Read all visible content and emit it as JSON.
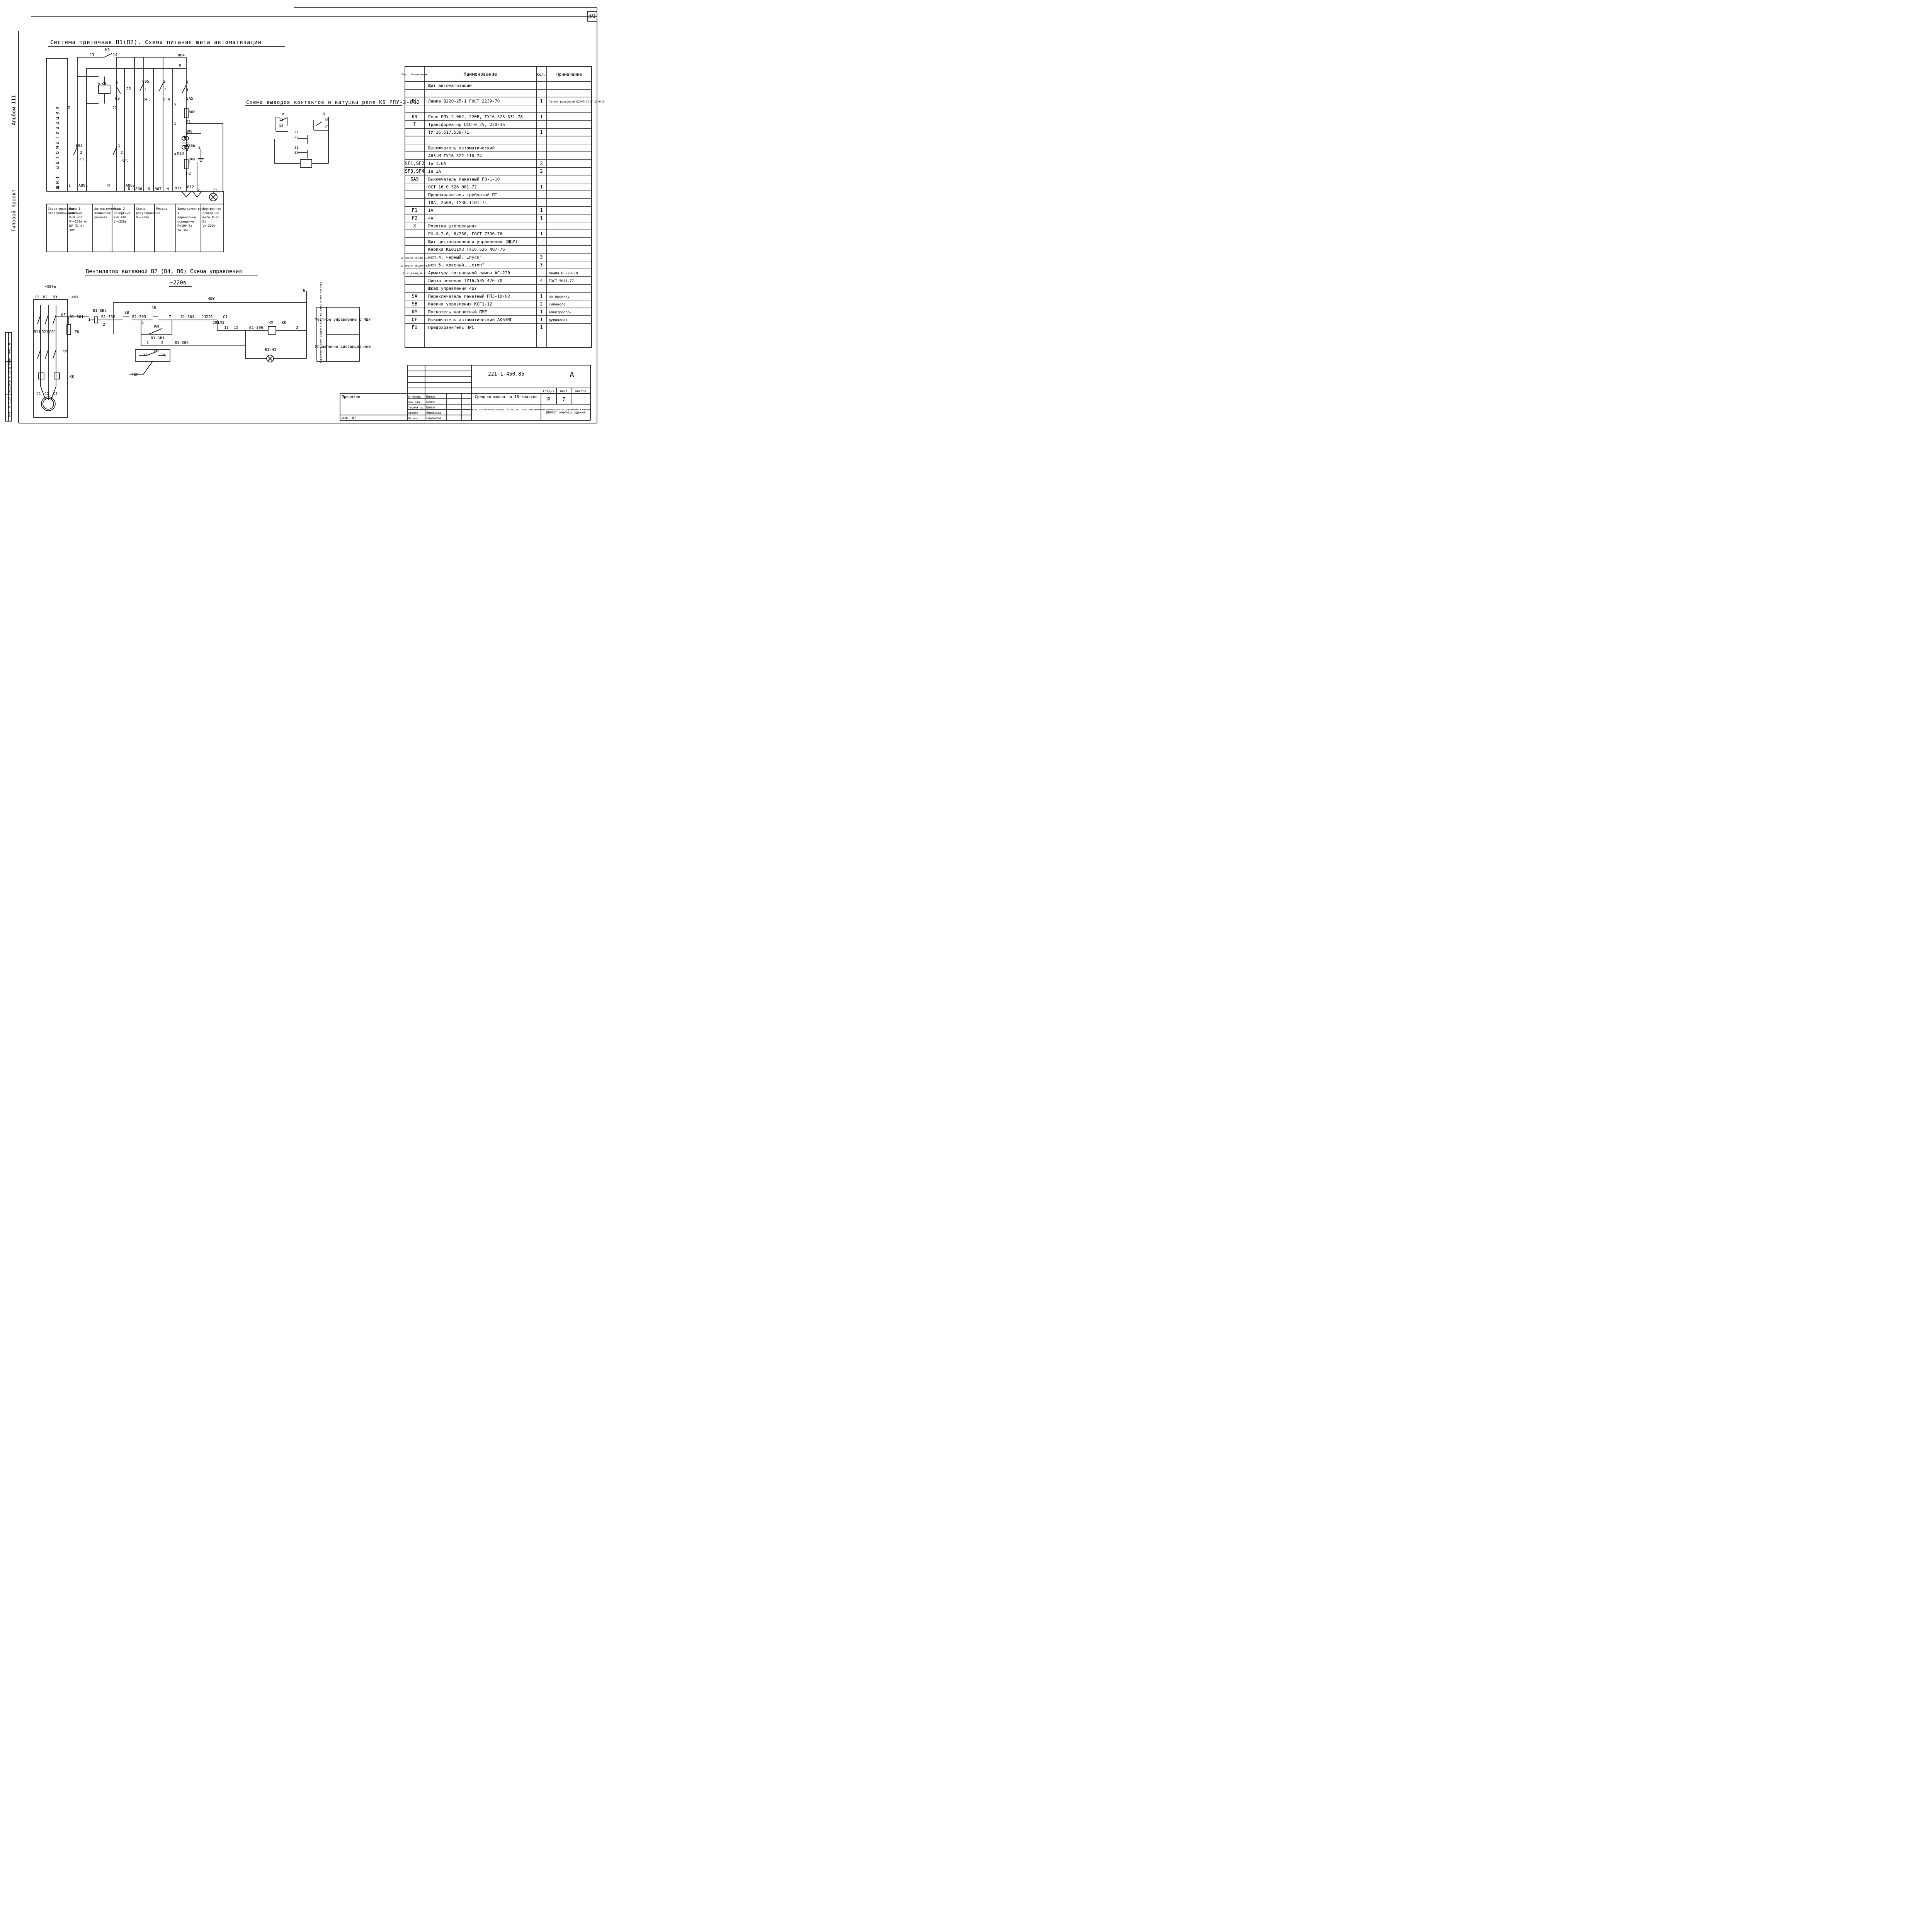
{
  "sheet": {
    "number": "39"
  },
  "side": {
    "album": "Альбом III",
    "project": "Типовой проект",
    "stamp": "Инв. N подл. Подпись и дата Взам. инв. N"
  },
  "supply": {
    "title": "Система приточная П1(П2). Схема питания щита автоматизации",
    "panel_label": "щит автоматизации",
    "labels": [
      "K9",
      "13",
      "14",
      "804",
      "N",
      "A",
      "K9",
      "B",
      "22",
      "K9",
      "21",
      "805",
      "1",
      "SF3",
      "2",
      "1",
      "SF4",
      "2",
      "1",
      "SA5",
      "2",
      "808",
      "1",
      "F1",
      "809",
      "2",
      "1",
      "~220в",
      "2",
      "3",
      "4",
      "810",
      "~36в",
      "1",
      "F2",
      "2",
      "803",
      "2",
      "SF1",
      "1",
      "2",
      "SF2",
      "1",
      "A801",
      "N",
      "A802",
      "N",
      "806",
      "N",
      "807",
      "N",
      "811",
      "812",
      "X",
      "EL"
    ],
    "table": [
      {
        "text": "Характеристика электроприемника"
      },
      {
        "text": "Ввод 1 рабочий P=0 кВт V=~220в от ШУ П2 от 3ШУ"
      },
      {
        "text": "Автоматическое включение резерва"
      },
      {
        "text": "Ввод 2 резервный P=0 кВт V=~220в"
      },
      {
        "text": "Схема регулирования V=~220в"
      },
      {
        "text": "Резерв"
      },
      {
        "text": "Электроинструмент и переносное освещение P=100 Вт V=~36в"
      },
      {
        "text": "Внутреннее освещение щита P=25 Вт V=~220в"
      }
    ]
  },
  "relay": {
    "title": "Схема выводов контактов и катушки реле К9 РПУ-2-062",
    "labels": [
      "A",
      "13",
      "14",
      "B",
      "33",
      "34",
      "21",
      "22",
      "31",
      "32"
    ]
  },
  "fan": {
    "title": "Вентилятор вытяжной В2 (В4, В6) Схема управления",
    "voltage": "~220в",
    "labels": [
      "~380в",
      "Л1",
      "Л2",
      "Л3",
      "4ШУ",
      "QF",
      "B1-301",
      "FU",
      "Л11",
      "Л21",
      "Л31",
      "KM",
      "KK",
      "C1",
      "C2",
      "C3",
      "1",
      "B1-SB2",
      "B1-302",
      "2",
      "SB",
      "B1-303",
      "SB",
      "5",
      "7",
      "B1-304",
      "11",
      "2Л1",
      "C1",
      "2",
      "291Л1",
      "13",
      "15",
      "B1-306",
      "KM",
      "KK",
      "2",
      "KM",
      "B1-SB1",
      "1",
      "2",
      "B1-306",
      "17",
      "KM",
      "19",
      "B1-H1",
      "4ШУ",
      "4ШУ",
      "N"
    ],
    "vertical": "Управление электродвигателем вытяжного вентилятора",
    "local": "Местное управление с 4ШУ",
    "remote": "Управление дистанционное"
  },
  "spec": {
    "headers": [
      "Поз. обозначение",
      "Наименование",
      "Кол.",
      "Примечание"
    ],
    "rows": [
      {
        "pos": "",
        "name": "Щит автоматизации",
        "qty": "",
        "note": ""
      },
      {
        "pos": "",
        "name": "",
        "qty": "",
        "note": ""
      },
      {
        "pos": "EL",
        "name": "Лампа В220-25-1 ГОСТ 2239-70",
        "qty": "1",
        "note": "Патрон резьбовой Е27ФП ГОСТ 2746.0-77Е"
      },
      {
        "pos": "",
        "name": "",
        "qty": "",
        "note": ""
      },
      {
        "pos": "K9",
        "name": "Реле РПУ-2-062, 220В, ТУ16.523.331-78",
        "qty": "1",
        "note": ""
      },
      {
        "pos": "T",
        "name": "Трансформатор ОСО-0.25, 220/36",
        "qty": "",
        "note": ""
      },
      {
        "pos": "",
        "name": "ТУ 16.517.539-71",
        "qty": "1",
        "note": ""
      },
      {
        "pos": "",
        "name": "",
        "qty": "",
        "note": ""
      },
      {
        "pos": "",
        "name": "Выключатель автоматический",
        "qty": "",
        "note": ""
      },
      {
        "pos": "",
        "name": "А63-М ТУ16.522.110-74",
        "qty": "",
        "note": ""
      },
      {
        "pos": "SF1,SF2",
        "name": "Iн 1.6А",
        "qty": "2",
        "note": ""
      },
      {
        "pos": "SF3,SF4",
        "name": "Iн 1А",
        "qty": "2",
        "note": ""
      },
      {
        "pos": "SA5",
        "name": "Выключатель пакетный ПВ-1-10",
        "qty": "",
        "note": ""
      },
      {
        "pos": "",
        "name": "ОСТ 16.0.526 001-72",
        "qty": "1",
        "note": ""
      },
      {
        "pos": "",
        "name": "Предохранитель трубчатый ПТ",
        "qty": "",
        "note": ""
      },
      {
        "pos": "",
        "name": "10А, 250В, ТУ36.1101-71",
        "qty": "",
        "note": ""
      },
      {
        "pos": "F1",
        "name": "1А",
        "qty": "1",
        "note": ""
      },
      {
        "pos": "F2",
        "name": "4А",
        "qty": "1",
        "note": ""
      },
      {
        "pos": "X",
        "name": "Розетка штепсельная",
        "qty": "",
        "note": ""
      },
      {
        "pos": "",
        "name": "РШ-Ц-2-0, 6/250, ГОСТ 7396-76",
        "qty": "1",
        "note": ""
      },
      {
        "pos": "",
        "name": "Щит дистанционного управления (ЩДУ)",
        "qty": "",
        "note": ""
      },
      {
        "pos": "",
        "name": "Кнопка КЕ011У3 ТУ16.526 407-76",
        "qty": "",
        "note": ""
      },
      {
        "pos": "В2-SB1,В4-SB1,В6-SB1",
        "name": "исп.4, черный, „пуск\"",
        "qty": "3",
        "note": ""
      },
      {
        "pos": "В2-SB2,В4-SB2,В6-SB2",
        "name": "исп.5, красный, „стоп\"",
        "qty": "3",
        "note": ""
      },
      {
        "pos": "В2-Н1,В4-Н1,В6-Н1",
        "name": "Арматура сигнальной лампы АС-220",
        "qty": "",
        "note": "лампа Ц 220-10"
      },
      {
        "pos": "",
        "name": "Линза зеленая ТУ16.535 426-70",
        "qty": "4",
        "note": "ГОСТ 5011-77"
      },
      {
        "pos": "",
        "name": "Шкаф управления 4ШУ",
        "qty": "",
        "note": ""
      },
      {
        "pos": "SA",
        "name": "Переключатель пакетный ПП3-10/Н2",
        "qty": "1",
        "note": "по проекту"
      },
      {
        "pos": "SB",
        "name": "Кнопка управления КСГ1-12",
        "qty": "2",
        "note": "силового"
      },
      {
        "pos": "KM",
        "name": "Пускатель магнитный ПМЕ",
        "qty": "1",
        "note": "электрообо-"
      },
      {
        "pos": "QF",
        "name": "Выключатель автоматический АК63МГ",
        "qty": "1",
        "note": "рудования"
      },
      {
        "pos": "FU",
        "name": "Предохранитель ПРС",
        "qty": "1",
        "note": ""
      }
    ]
  },
  "titleblock": {
    "code": "221-1-450.85",
    "sheet_letter": "A",
    "object": "Средняя школа на 18 классов",
    "sheet_desc": "Блок 1 вентсистемы П1(П2), В2(В4, В6) Схемы электрические принципиальные управления и питания",
    "privyazan": "Привязан",
    "inv": "Инв. N°",
    "roles": [
      "Н.контр.",
      "Нач.отд.",
      "Гл.инж.пр.",
      "Провер.",
      "Исполн."
    ],
    "names": [
      "Шилов",
      "Белов",
      "Шилов",
      "Ефремова",
      "Ефремова"
    ],
    "stage_h": "Стадия",
    "sheet_h": "Лист",
    "sheets_h": "Листов",
    "stage": "Р",
    "sheet_no": "7",
    "sheets": "",
    "org": "ЦНИИЭП учебных зданий"
  }
}
